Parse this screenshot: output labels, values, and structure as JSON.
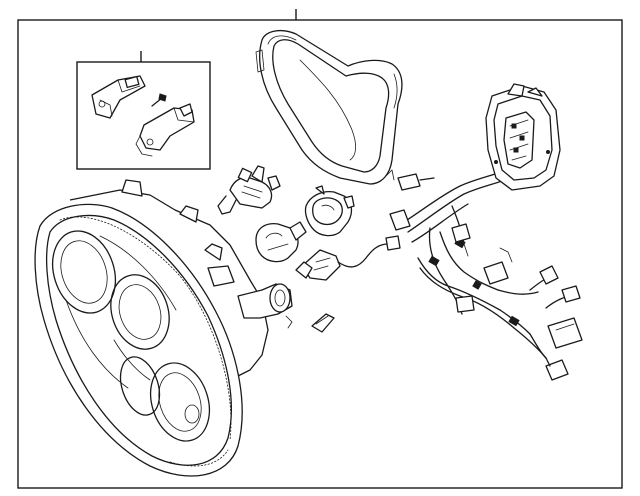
{
  "diagram": {
    "callouts": [
      {
        "name": "headlamp-assembly-callout"
      },
      {
        "name": "bracket-repair-kit-callout"
      }
    ],
    "components": [
      "headlamp-housing",
      "repair-kit-inset",
      "headlamp-bulb",
      "bulb-socket",
      "park-lamp-bulb",
      "side-marker-bulb",
      "small-wedge-bulb",
      "housing-seal-gasket",
      "wiring-harness",
      "harness-connector-frame"
    ]
  }
}
